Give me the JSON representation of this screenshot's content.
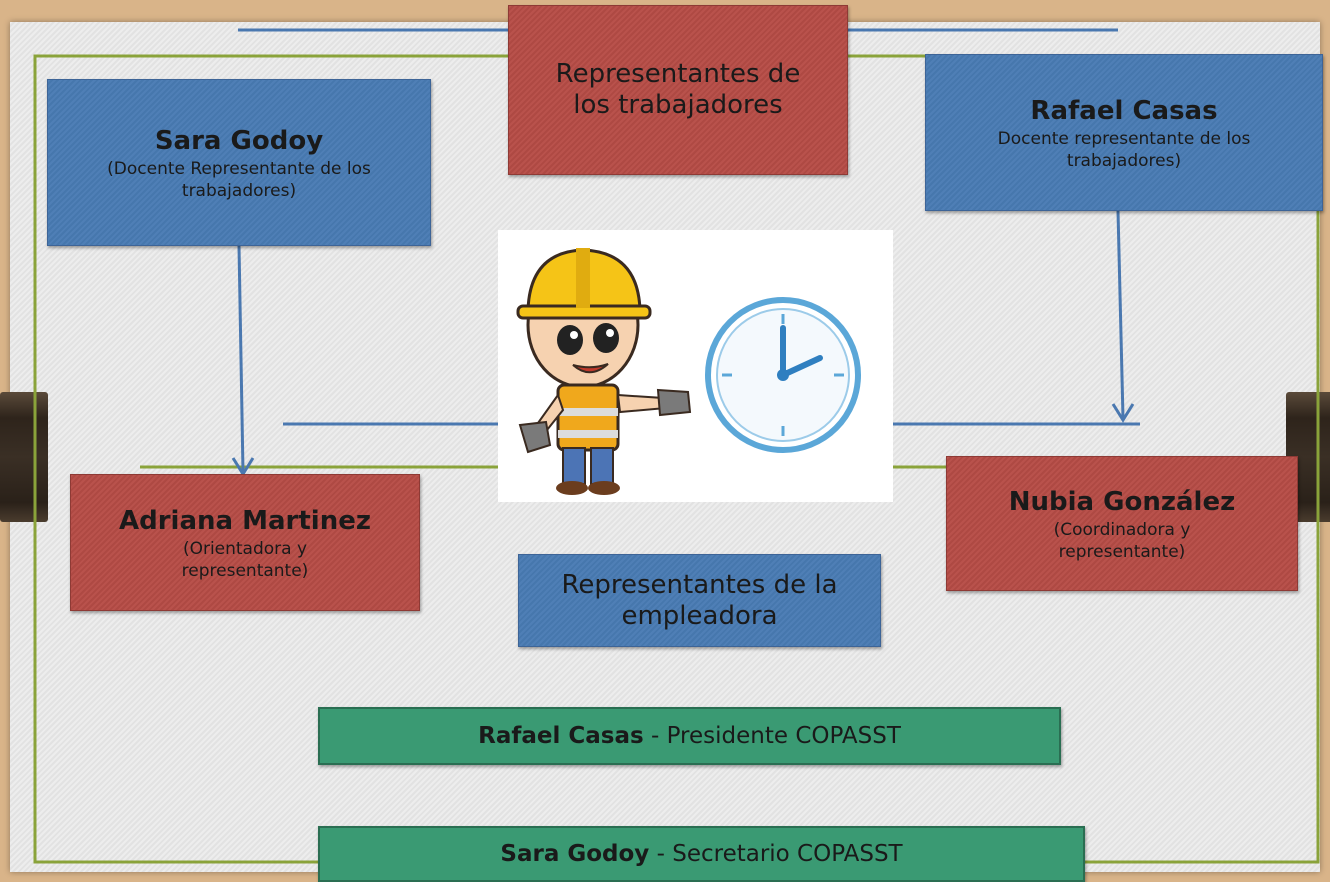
{
  "colors": {
    "background": "#d9b489",
    "frame_line": "#8aa33a",
    "connector": "#4a78b0",
    "blue_box": "#4f7fb6",
    "red_box": "#b9524c",
    "green_box": "#3a9a73"
  },
  "workers_header": "Representantes de los trabajadores",
  "employer_header": "Representantes de la empleadora",
  "members": [
    {
      "name": "Sara Godoy",
      "role": "(Docente Representante de los trabajadores)"
    },
    {
      "name": "Rafael Casas",
      "role": "Docente representante de los trabajadores)"
    },
    {
      "name": "Adriana Martinez",
      "role": "(Orientadora y representante)"
    },
    {
      "name": "Nubia González",
      "role": "(Coordinadora y representante)"
    }
  ],
  "officers": [
    {
      "name": "Rafael Casas",
      "title": " - Presidente COPASST"
    },
    {
      "name": "Sara Godoy",
      "title": " - Secretario COPASST"
    }
  ],
  "illustration": "worker-with-clock-illustration"
}
